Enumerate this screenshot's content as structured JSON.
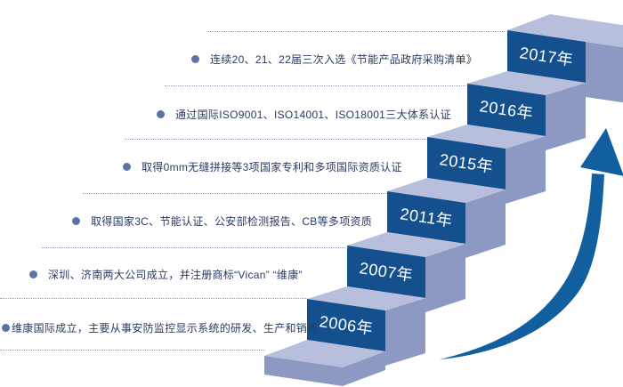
{
  "diagram": {
    "type": "timeline-staircase",
    "milestones": [
      {
        "year": "2017年",
        "text": "连续20、21、22届三次入选《节能产品政府采购清单》"
      },
      {
        "year": "2016年",
        "text": "通过国际ISO9001、ISO14001、ISO18001三大体系认证"
      },
      {
        "year": "2015年",
        "text": "取得0mm无缝拼接等3项国家专利和多项国际资质认证"
      },
      {
        "year": "2011年",
        "text": "取得国家3C、节能认证、公安部检测报告、CB等多项资质"
      },
      {
        "year": "2007年",
        "text": "深圳、济南两大公司成立，并注册商标“Vican” “维康”"
      },
      {
        "year": "2006年",
        "text": "维康国际成立，主要从事安防监控显示系统的研发、生产和销售"
      }
    ],
    "colors": {
      "riser": "#15508e",
      "tread": "#b8bfdc",
      "side": "#8e99c3",
      "arrow": "#115f9f",
      "text": "#2a3a64",
      "bullet": "#5d73a6",
      "dotted": "#98a0b2",
      "year_text": "#ffffff"
    }
  }
}
